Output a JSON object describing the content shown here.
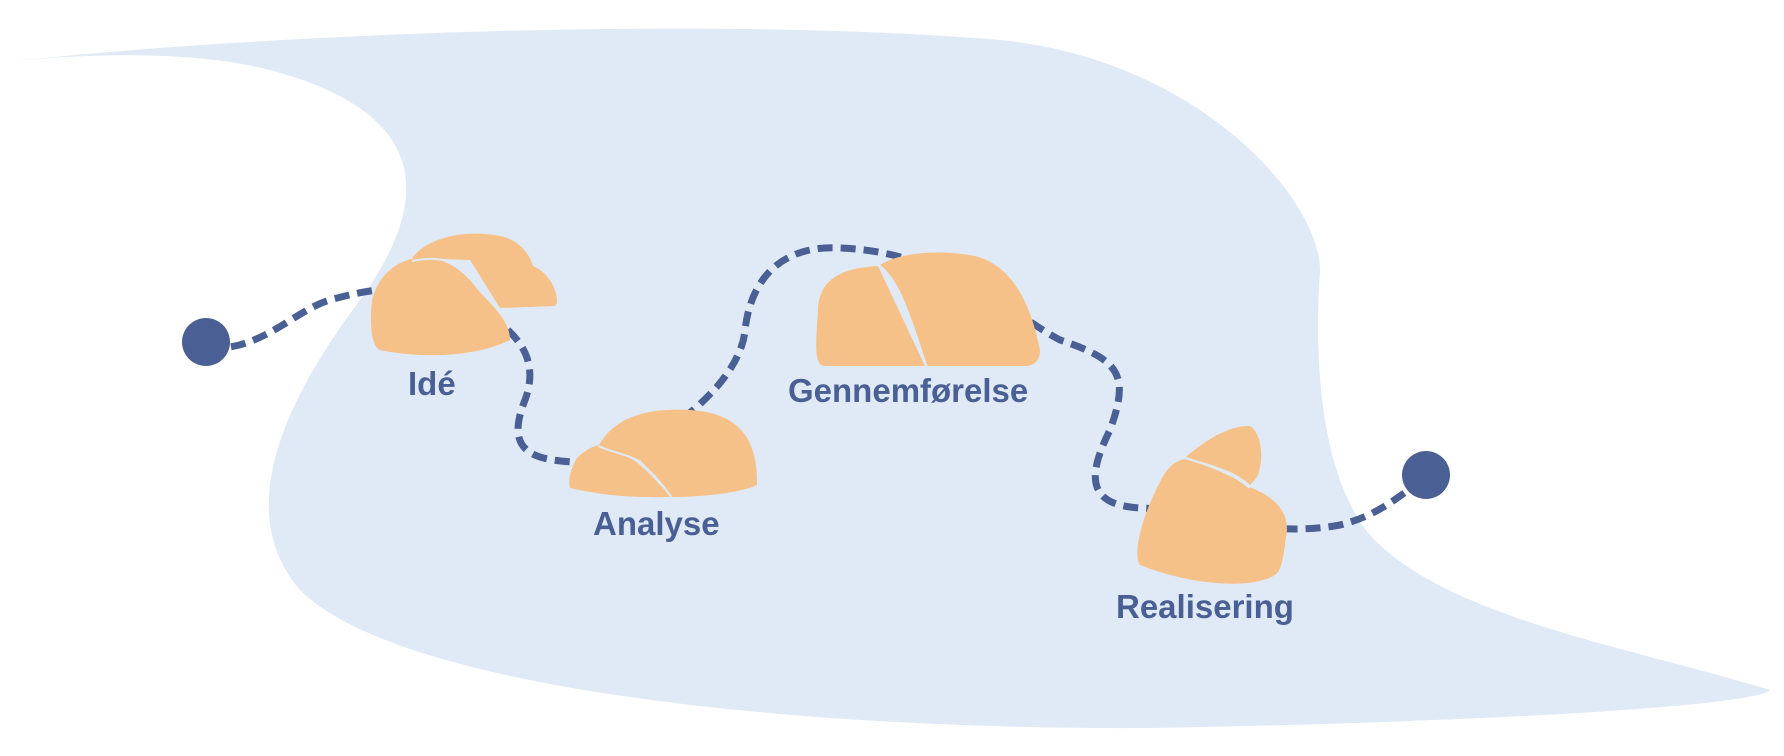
{
  "diagram": {
    "type": "process-path",
    "colors": {
      "background_band": "#e0eaf6",
      "stone": "#f5c189",
      "path": "#4a6094",
      "label": "#4a6094"
    },
    "start_node": {
      "label": ""
    },
    "end_node": {
      "label": ""
    },
    "stages": [
      {
        "label": "Idé"
      },
      {
        "label": "Analyse"
      },
      {
        "label": "Gennemførelse"
      },
      {
        "label": "Realisering"
      }
    ]
  }
}
